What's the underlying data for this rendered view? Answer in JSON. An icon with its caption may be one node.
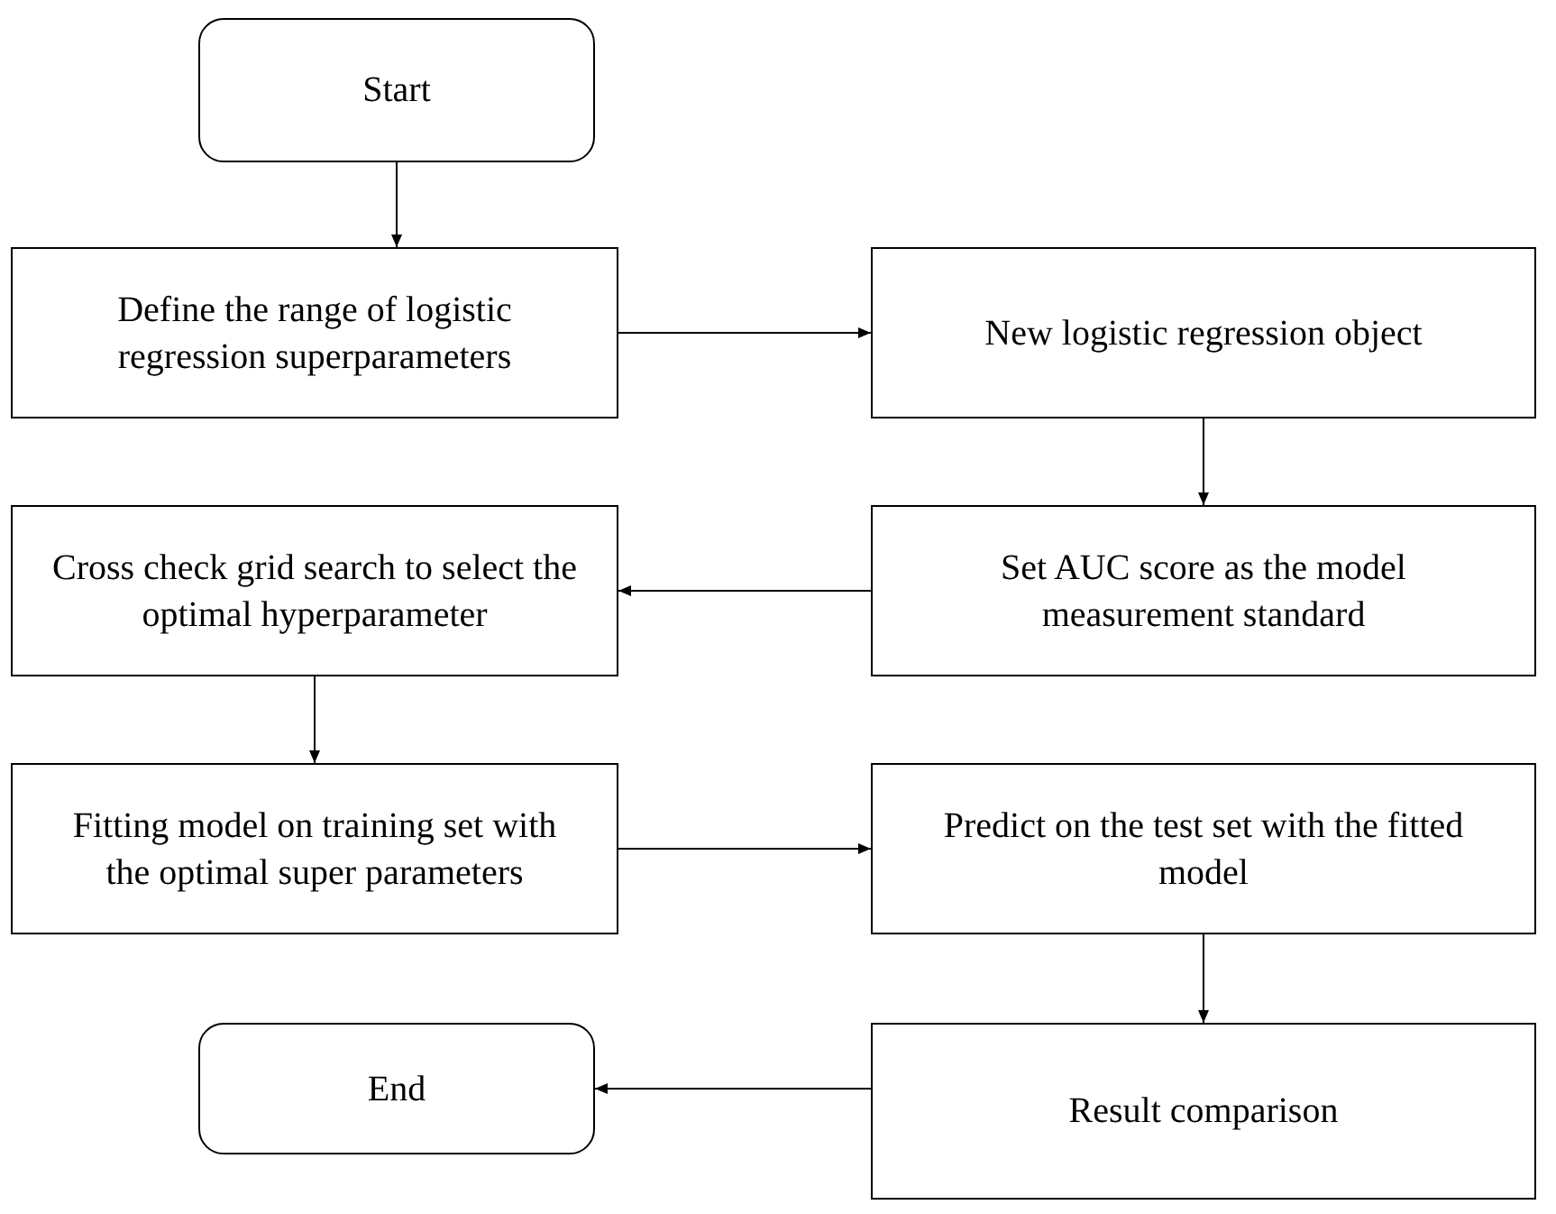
{
  "diagram": {
    "nodes": [
      {
        "text": [
          "Start"
        ]
      },
      {
        "text": [
          "Define the range of logistic regression superparameters"
        ]
      },
      {
        "text": [
          "New logistic regression object"
        ]
      },
      {
        "text": [
          "Set AUC score as the model measurement standard"
        ]
      },
      {
        "text": [
          "Cross check grid search to select the optimal hyperparameter"
        ]
      },
      {
        "text": [
          "Fitting model on training set with the optimal super parameters"
        ]
      },
      {
        "text": [
          "Predict on the test set with the fitted model"
        ]
      },
      {
        "text": [
          "Result comparison"
        ]
      },
      {
        "text": [
          "End"
        ]
      }
    ],
    "edges": [
      {
        "from": 0,
        "to": 1,
        "arrow": "to"
      },
      {
        "from": 1,
        "to": 2,
        "arrow": "to"
      },
      {
        "from": 2,
        "to": 3,
        "arrow": "to"
      },
      {
        "from": 3,
        "to": 4,
        "arrow": "to"
      },
      {
        "from": 4,
        "to": 5,
        "arrow": "to"
      },
      {
        "from": 5,
        "to": 6,
        "arrow": "to"
      },
      {
        "from": 6,
        "to": 7,
        "arrow": "to"
      },
      {
        "from": 7,
        "to": 8,
        "arrow": "to"
      }
    ]
  }
}
